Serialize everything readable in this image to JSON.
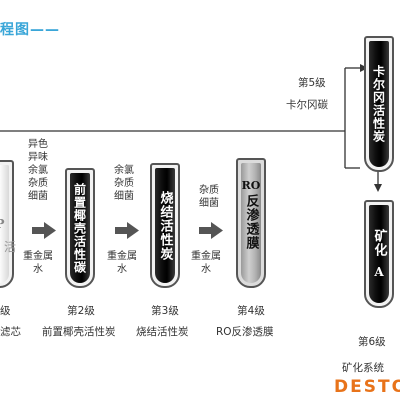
{
  "header": {
    "title": "程图——"
  },
  "left_tube": {
    "fragment_top": "P",
    "fragment_bottom": "活"
  },
  "notes": {
    "removes_1": "异色\n异味\n余氯\n杂质\n细菌",
    "heavy_1": "重金属\n水",
    "removes_2": "余氯\n杂质\n细菌",
    "heavy_2": "重金属\n水",
    "removes_3": "杂质\n细菌",
    "heavy_3": "重金属\n水"
  },
  "stages": [
    {
      "id": "s1",
      "level": "级",
      "name": "滤芯"
    },
    {
      "id": "s2",
      "level": "第2级",
      "name": "前置椰壳活性炭",
      "tube_text": "前置椰壳活性碳"
    },
    {
      "id": "s3",
      "level": "第3级",
      "name": "烧结活性炭",
      "tube_text": "烧结活性炭"
    },
    {
      "id": "s4",
      "level": "第4级",
      "name": "RO反渗透膜",
      "tube_text_latin": "RO",
      "tube_text": "反渗透膜"
    },
    {
      "id": "s5",
      "level": "第5级",
      "name": "卡尔冈碳",
      "tube_text": "卡尔冈活性炭"
    },
    {
      "id": "s6",
      "level": "第6级",
      "name": "矿化系统",
      "tube_text_cn": "矿化",
      "tube_text_latin": "A"
    }
  ],
  "brand": {
    "name": "DESTO"
  }
}
